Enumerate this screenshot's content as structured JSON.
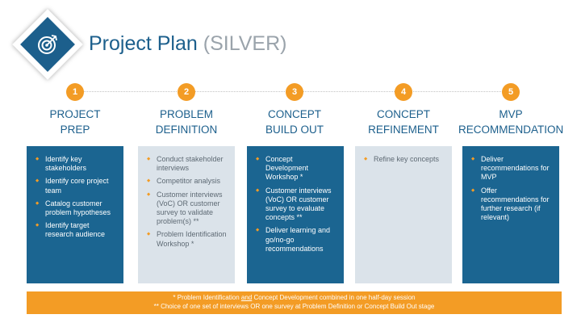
{
  "header": {
    "title": "Project Plan",
    "title_suffix": "(SILVER)",
    "logo_icon": "target-icon"
  },
  "colors": {
    "primary_blue": "#1b6591",
    "light_card": "#dbe3ea",
    "accent_orange": "#f39c25",
    "subtitle_gray": "#9aa3ab"
  },
  "phases": [
    {
      "number": "1",
      "title_line1": "PROJECT",
      "title_line2": "PREP",
      "style": "blue",
      "items": [
        "Identify key stakeholders",
        "Identify core project team",
        "Catalog customer problem hypotheses",
        "Identify target research audience"
      ]
    },
    {
      "number": "2",
      "title_line1": "PROBLEM",
      "title_line2": "DEFINITION",
      "style": "light",
      "items": [
        "Conduct stakeholder interviews",
        "Competitor analysis",
        "Customer interviews (VoC) OR customer survey to validate problem(s) **",
        "Problem Identification Workshop *"
      ]
    },
    {
      "number": "3",
      "title_line1": "CONCEPT",
      "title_line2": "BUILD OUT",
      "style": "blue",
      "items": [
        "Concept Development Workshop *",
        "Customer interviews (VoC) OR customer survey to evaluate concepts **",
        "Deliver learning and go/no-go recommendations"
      ]
    },
    {
      "number": "4",
      "title_line1": "CONCEPT",
      "title_line2": "REFINEMENT",
      "style": "light",
      "items": [
        "Refine key concepts"
      ]
    },
    {
      "number": "5",
      "title_line1": "MVP",
      "title_line2": "RECOMMENDATION",
      "style": "blue",
      "items": [
        "Deliver recommendations for MVP",
        "Offer recommendations for further research (if relevant)"
      ]
    }
  ],
  "footnote": {
    "line1_pre": "* Problem Identification ",
    "line1_underlined": "and",
    "line1_post": " Concept Development combined in one half-day session",
    "line2": "** Choice of one set of interviews OR one survey at Problem Definition or Concept Build Out stage"
  }
}
